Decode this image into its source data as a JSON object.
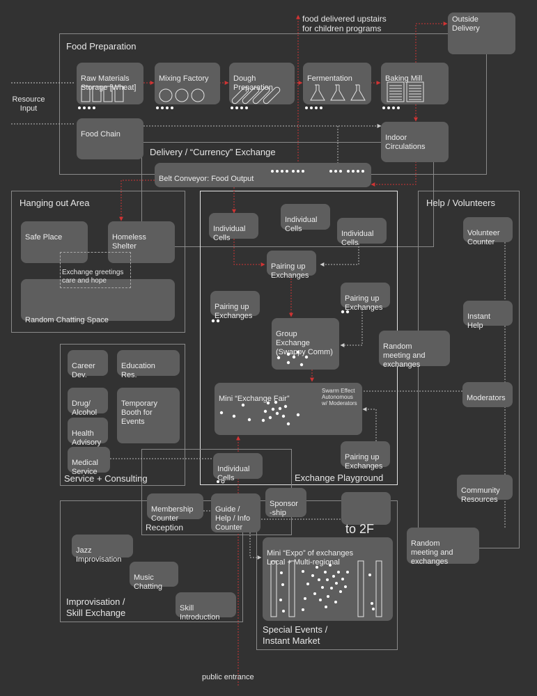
{
  "labels": {
    "food_delivered": "food delivered upstairs\nfor children programs",
    "outside_delivery": "Outside\nDelivery",
    "resource_input": "Resource\nInput",
    "public_entrance": "public entrance",
    "to_2f": "to 2F"
  },
  "zones": {
    "food_preparation": "Food Preparation",
    "delivery_exchange": "Delivery / “Currency” Exchange",
    "hanging_out": "Hanging out Area",
    "help_volunteers": "Help / Volunteers",
    "service_consulting": "Service + Consulting",
    "exchange_playground": "Exchange Playground",
    "reception": "Reception",
    "improvisation": "Improvisation /\nSkill Exchange",
    "special_events": "Special Events /\nInstant Market"
  },
  "food": {
    "raw_materials": "Raw Materials\nStorage [Wheat]",
    "mixing": "Mixing Factory",
    "dough": "Dough\nPreparation",
    "fermentation": "Fermentation",
    "baking": "Baking Mill",
    "food_chain": "Food Chain",
    "indoor_circulations": "Indoor\nCirculations",
    "belt_conveyor": "Belt Conveyor: Food Output"
  },
  "hangout": {
    "safe_place": "Safe Place",
    "homeless_shelter": "Homeless\nShelter",
    "exchange_greetings": "Exchange greetings\ncare and hope",
    "random_chatting": "Random Chatting Space"
  },
  "playground": {
    "individual_cells_1": "Individual\nCells",
    "individual_cells_2": "Individual\nCells",
    "individual_cells_3": "Individual\nCells",
    "pairing_up_1": "Pairing up\nExchanges",
    "pairing_up_2": "Pairing up\nExchanges",
    "pairing_up_3": "Pairing up\nExchanges",
    "pairing_up_4": "Pairing up\nExchanges",
    "group_exchange": "Group\nExchange\n(Swappy Comm)",
    "random_meeting_1": "Random\nmeeting and\nexchanges",
    "mini_fair": "Mini “Exchange Fair”",
    "swarm_effect": "Swarm Effect\nAutonomous\nw/ Moderators",
    "individual_cells_4": "Individual\nCells"
  },
  "help": {
    "volunteer_counter": "Volunteer\nCounter",
    "instant_help": "Instant\nHelp",
    "moderators": "Moderators",
    "community_resources": "Community\nResources",
    "random_meeting_2": "Random\nmeeting and\nexchanges"
  },
  "service": {
    "career": "Career\nDev.",
    "education": "Education\nRes.",
    "drug": "Drug/\nAlcohol",
    "temporary_booth": "Temporary\nBooth for\nEvents",
    "health": "Health\nAdvisory",
    "medical": "Medical\nService"
  },
  "reception": {
    "membership": "Membership\nCounter",
    "guide": "Guide /\nHelp / Info\nCounter",
    "sponsorship": "Sponsor\n-ship"
  },
  "improv": {
    "jazz": "Jazz\nImprovisation",
    "music": "Music\nChatting",
    "skill": "Skill\nIntroduction"
  },
  "events": {
    "mini_expo": "Mini “Expo” of exchanges\nLocal + Multi-regional"
  },
  "colors": {
    "background": "#323232",
    "node": "#5e5e5e",
    "accent_red": "#d03434",
    "line": "#bbbbbb"
  }
}
